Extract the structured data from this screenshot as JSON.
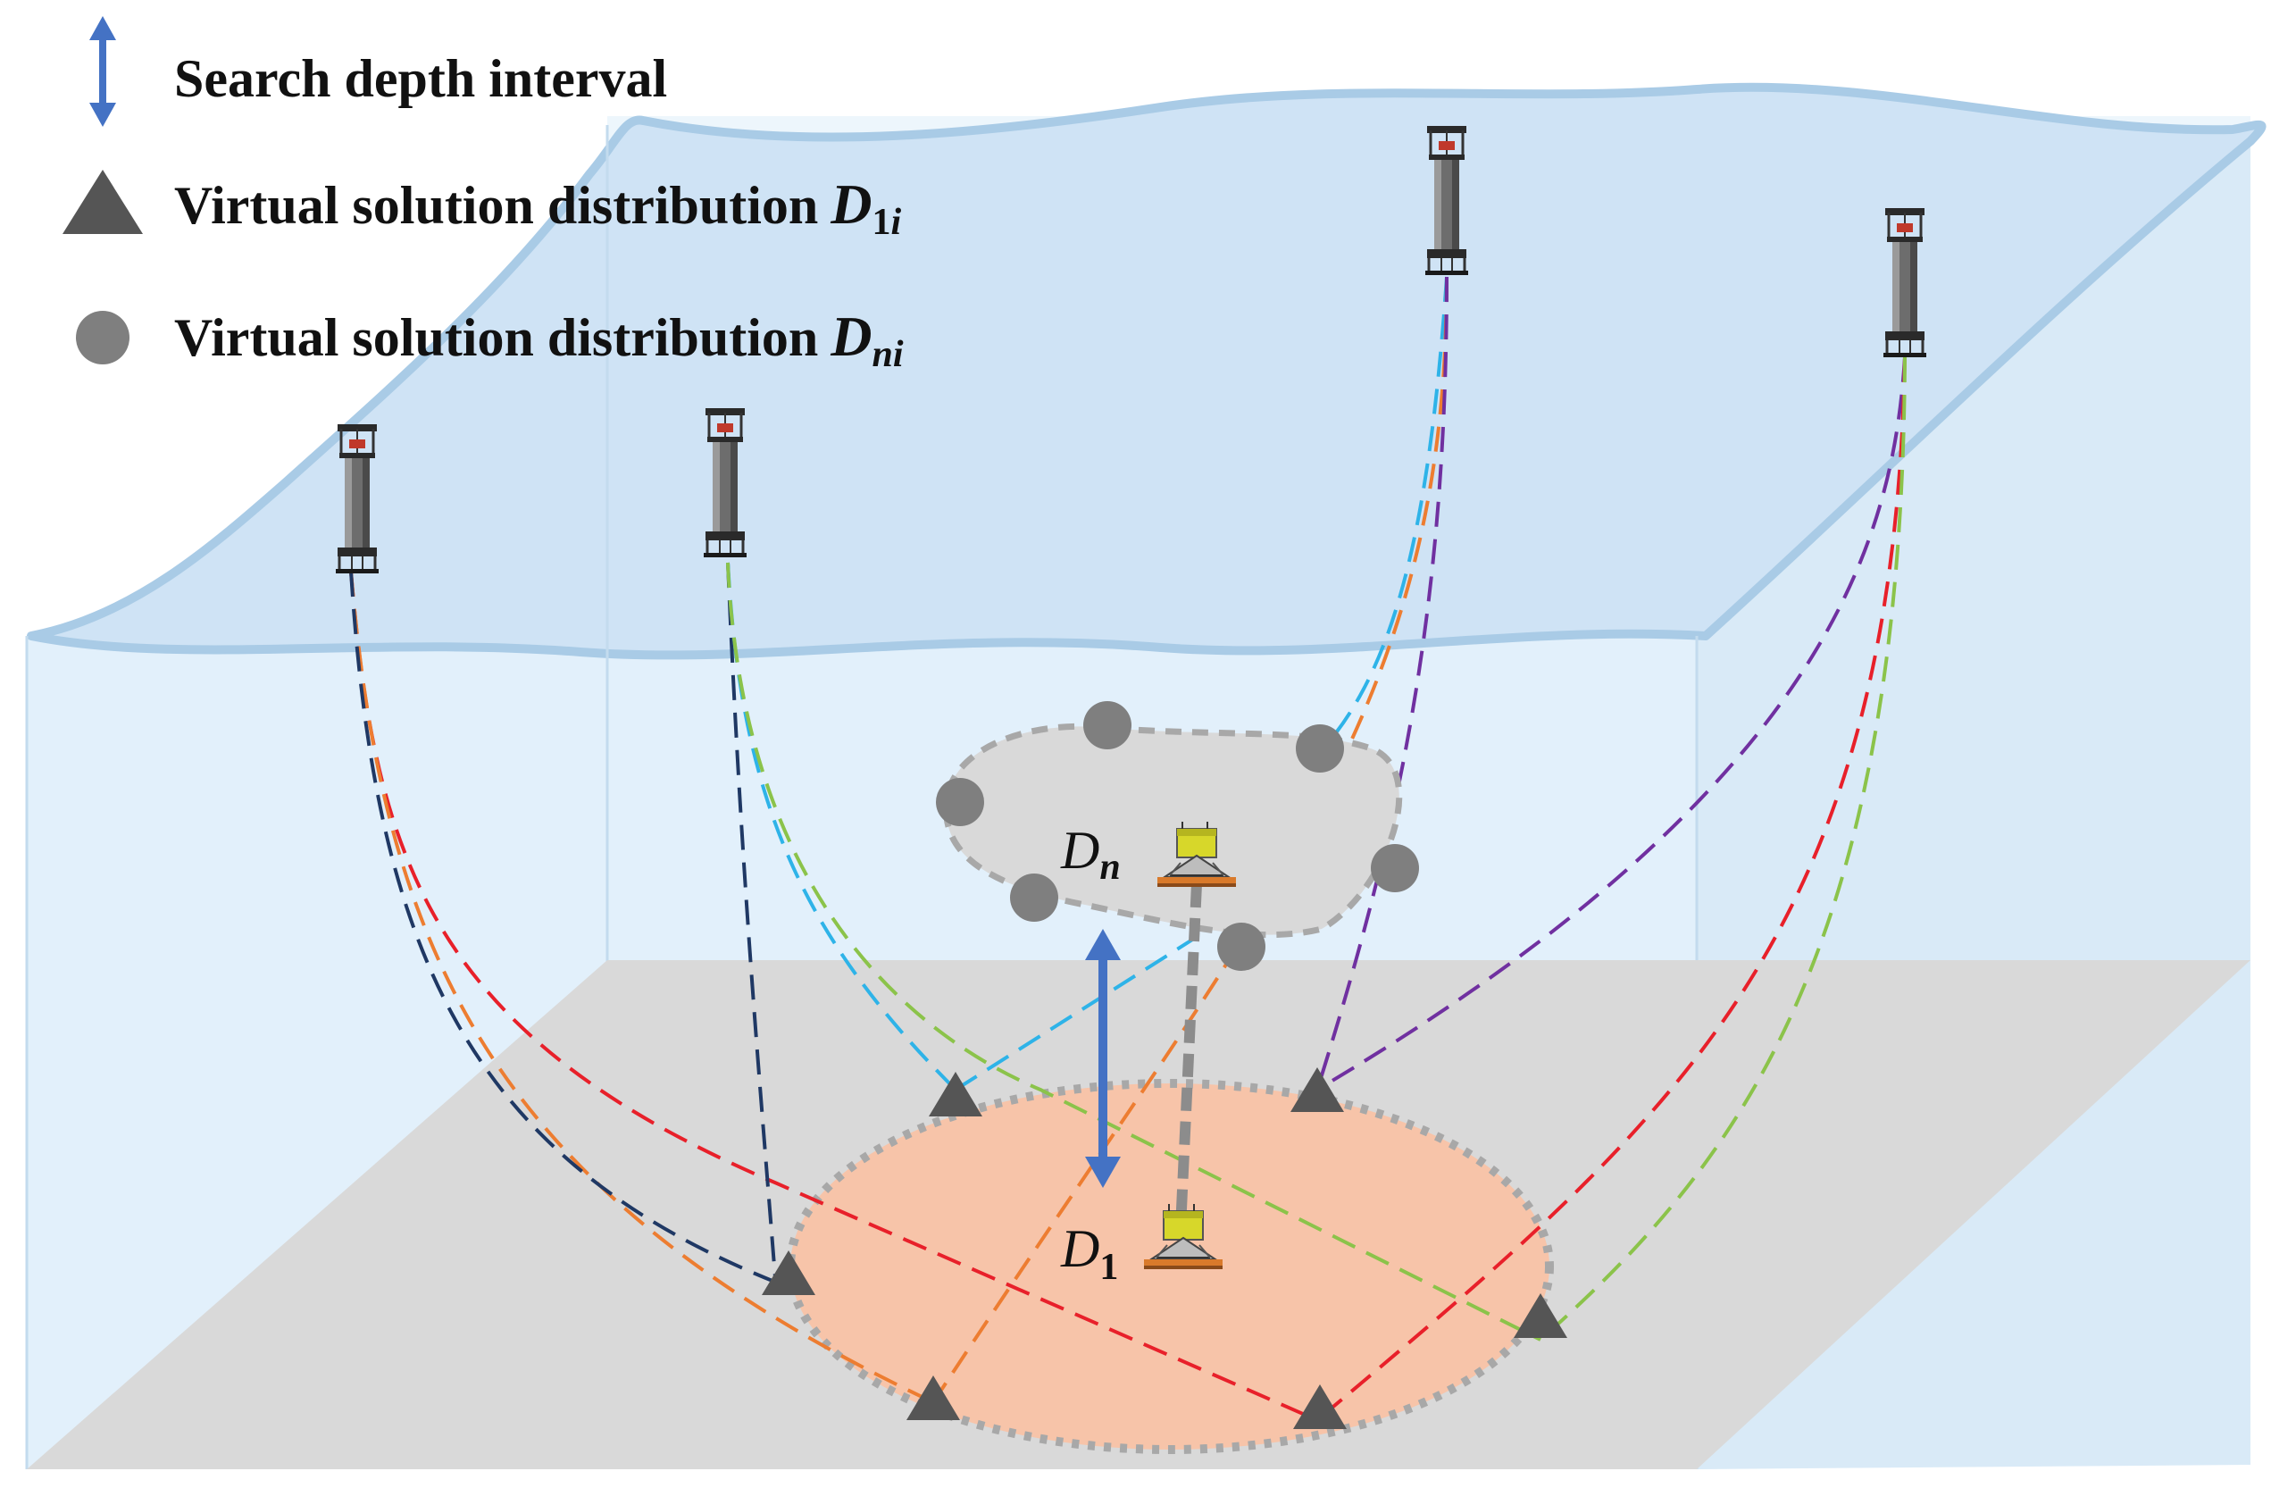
{
  "legend": {
    "arrow_label": "Search depth interval",
    "triangle_label": "Virtual solution distribution",
    "triangle_symbol": "D",
    "triangle_sub_num": "1",
    "triangle_sub_i": "i",
    "circle_label": "Virtual solution distribution",
    "circle_symbol": "D",
    "circle_sub": "ni"
  },
  "labels": {
    "upper_symbol": "D",
    "upper_sub": "n",
    "lower_symbol": "D",
    "lower_sub": "1"
  },
  "icons": {
    "buoy": "buoy-icon",
    "lander": "lander-icon"
  },
  "colors": {
    "water_surface": "#a9cbe6",
    "water_body": "#e2f0fb",
    "seabed": "#d9d9d9",
    "search_region_lower": "#f7c4a9",
    "search_region_upper": "#d9d9d9",
    "marker": "#555555",
    "arrow": "#4472c4",
    "path_red": "#e8202a",
    "path_orange": "#ed7d31",
    "path_navy": "#1f3864",
    "path_cyan": "#2eb3e8",
    "path_green": "#8bc34a",
    "path_purple": "#7030a0"
  }
}
